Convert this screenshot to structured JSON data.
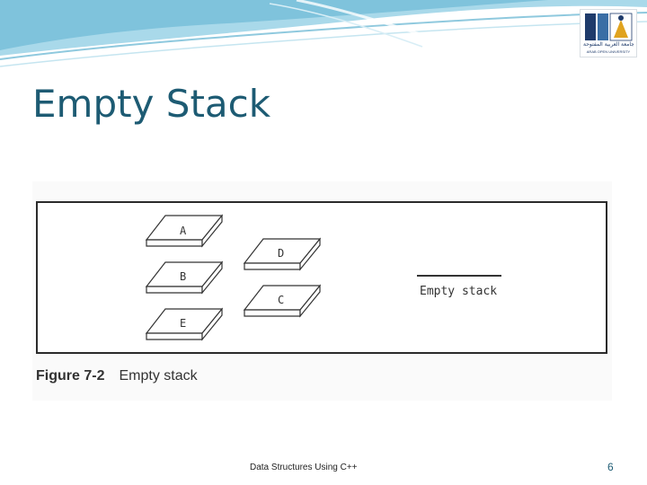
{
  "slide": {
    "title": "Empty Stack",
    "footer": "Data Structures Using C++",
    "page_number": "6"
  },
  "logo": {
    "arabic_text": "الجامعة العربية المفتوحة",
    "english_text": "ARAB OPEN UNIVERSITY"
  },
  "figure": {
    "number": "Figure 7-2",
    "caption": "Empty stack",
    "stack_left": [
      "A",
      "B",
      "E"
    ],
    "stack_right": [
      "D",
      "C"
    ],
    "empty_label": "Empty stack"
  },
  "colors": {
    "title": "#1d5b73",
    "banner": "#7fc3dc"
  }
}
